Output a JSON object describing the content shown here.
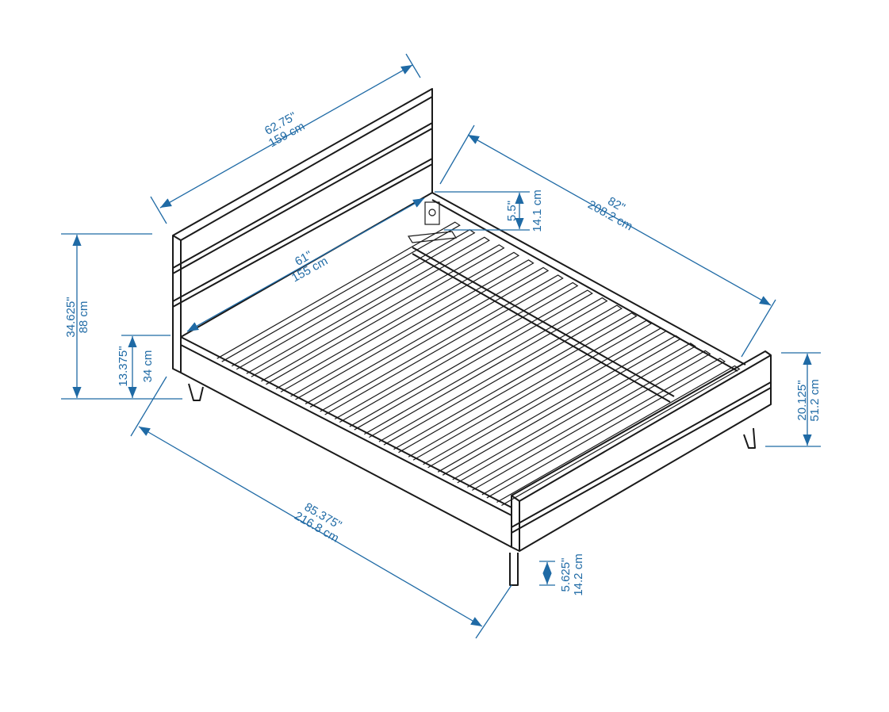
{
  "colors": {
    "dimension": "#1f6aa5",
    "outline": "#1a1a1a"
  },
  "dimensions": {
    "headboard_width": {
      "imperial": "62.75\"",
      "metric": "159 cm"
    },
    "inner_width": {
      "imperial": "61\"",
      "metric": "155 cm"
    },
    "inner_length": {
      "imperial": "82\"",
      "metric": "208.2 cm"
    },
    "overall_length": {
      "imperial": "85.375\"",
      "metric": "216.8 cm"
    },
    "headboard_height": {
      "imperial": "34.625\"",
      "metric": "88 cm"
    },
    "rail_height": {
      "imperial": "13.375\"",
      "metric": "34 cm"
    },
    "footboard_height": {
      "imperial": "20.125\"",
      "metric": "51.2 cm"
    },
    "leg_height": {
      "imperial": "5.625\"",
      "metric": "14.2 cm"
    },
    "rail_depth": {
      "imperial": "5.5\"",
      "metric": "14.1 cm"
    }
  }
}
